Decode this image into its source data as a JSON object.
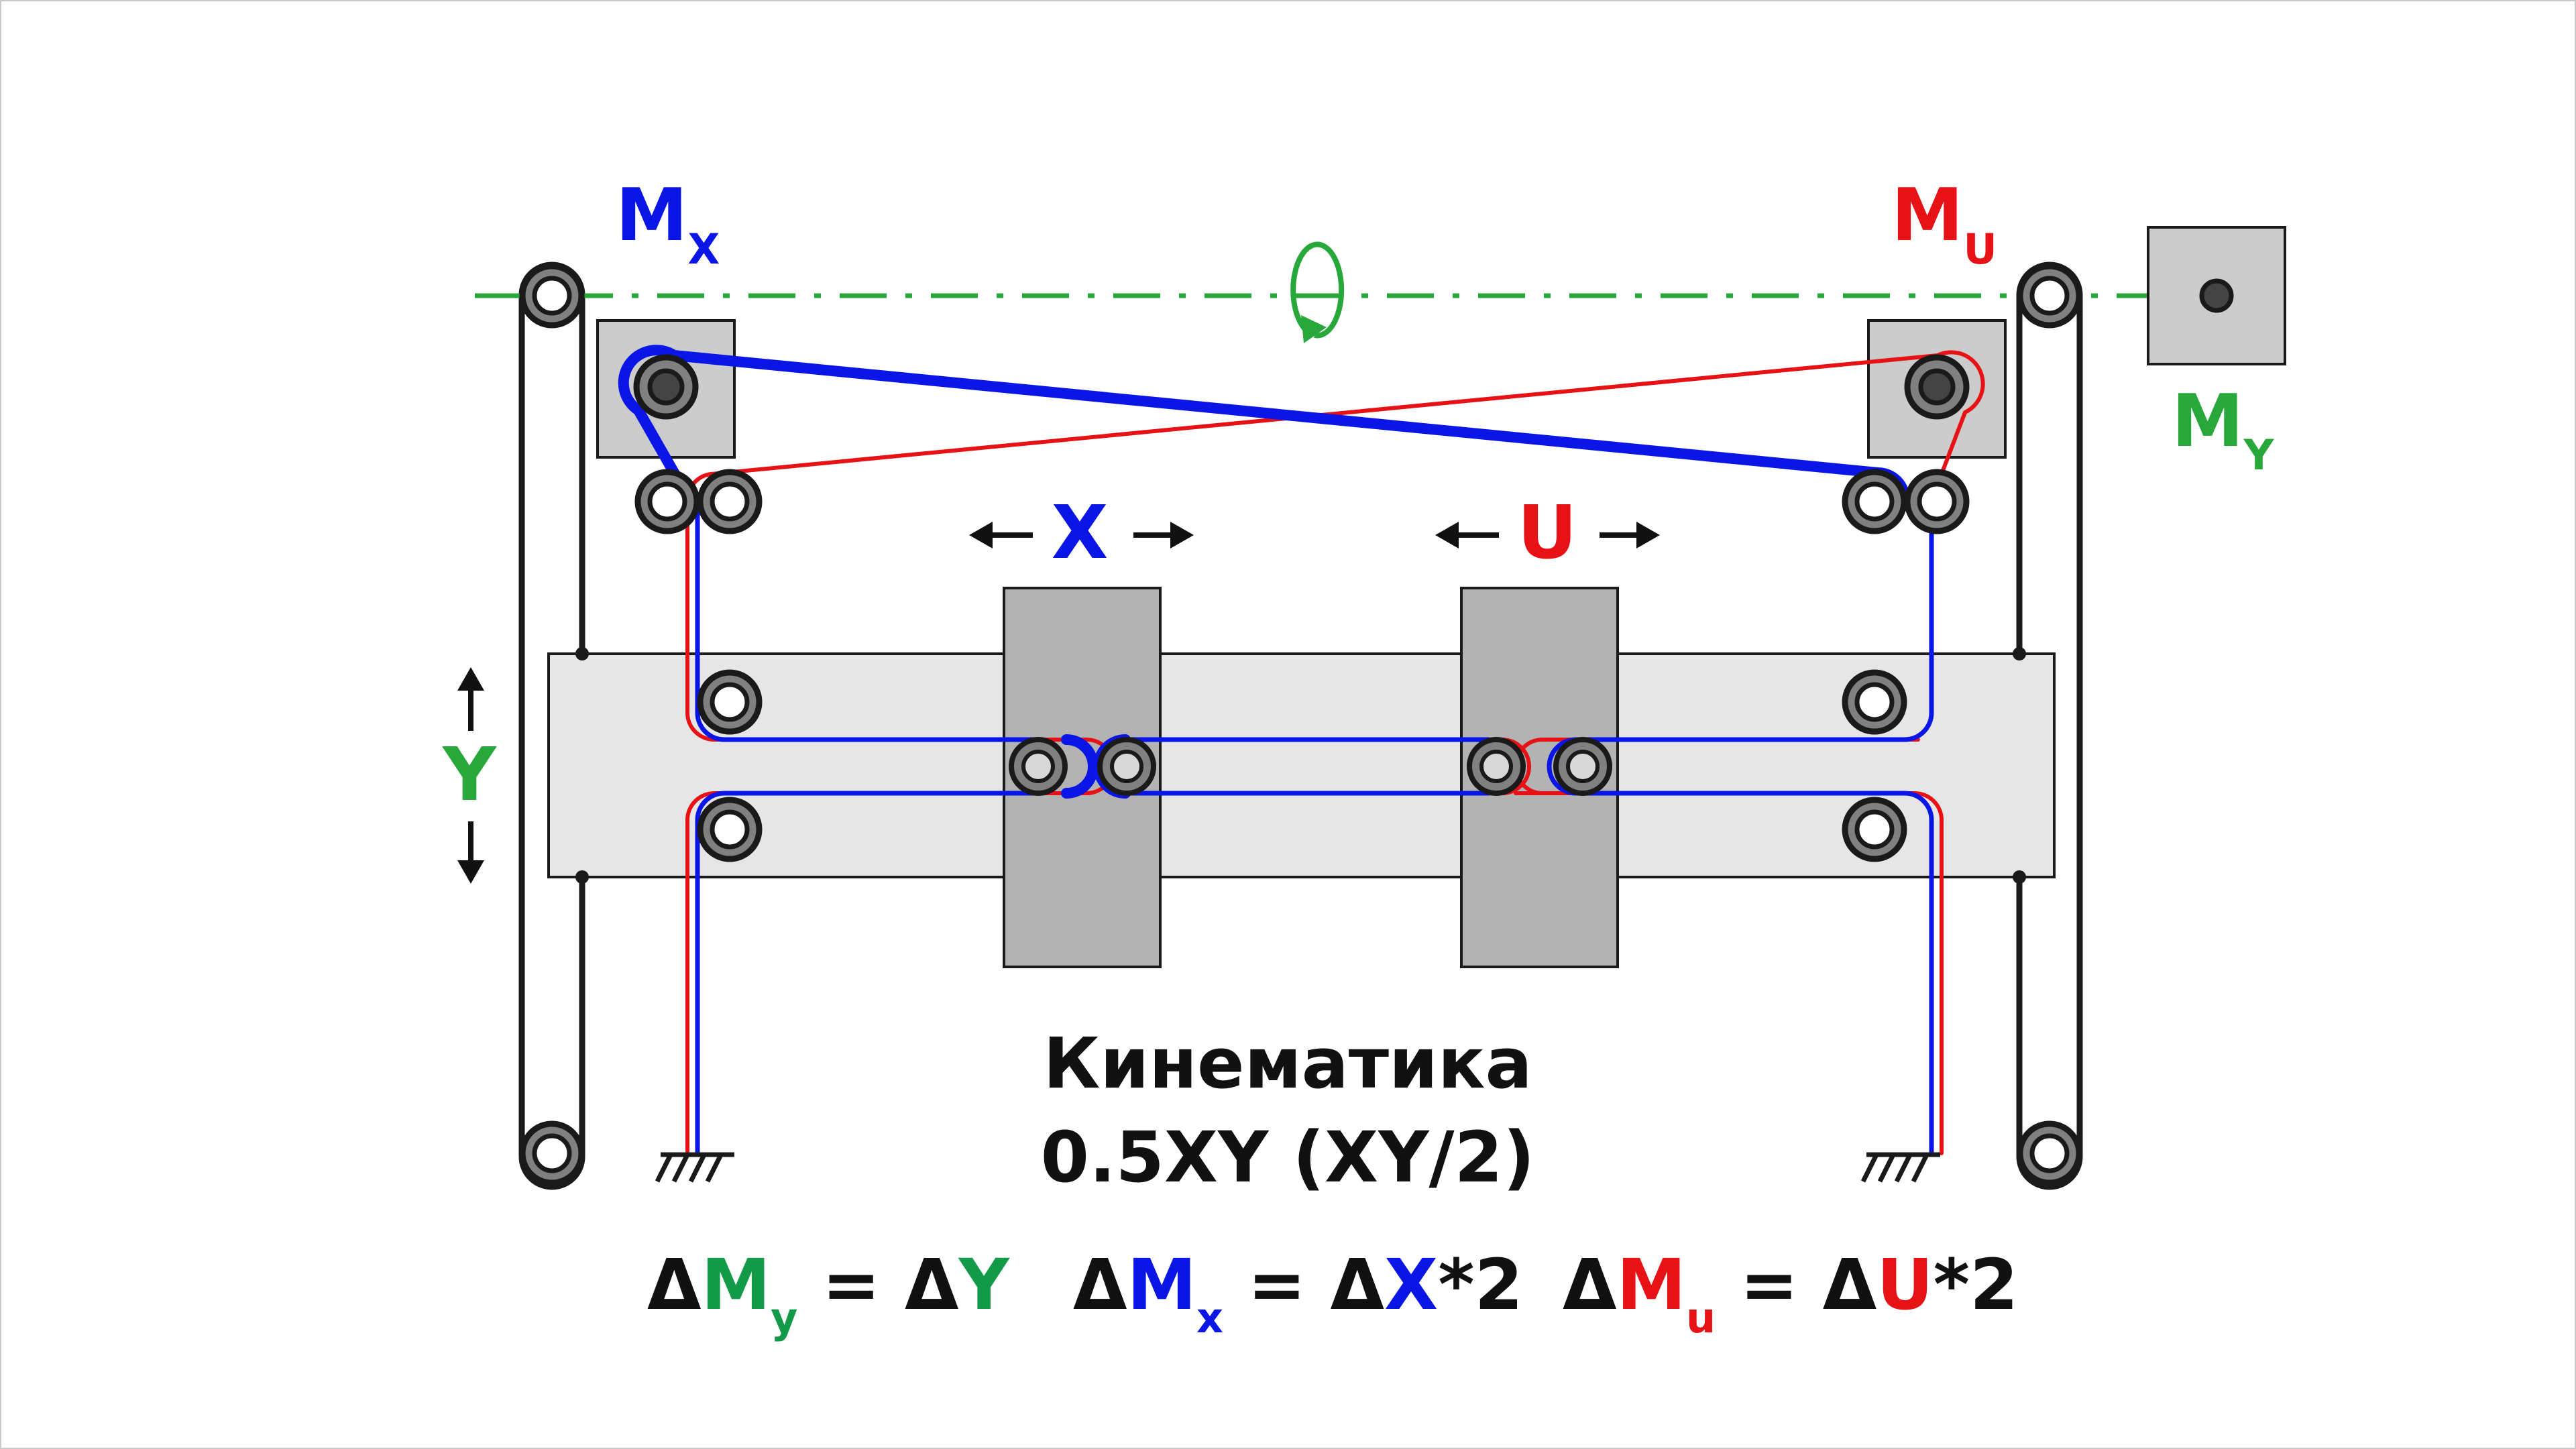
{
  "colors": {
    "x_axis": "#0a16e6",
    "u_axis": "#e61216",
    "y_axis": "#28a83a",
    "formula_green": "#129a48",
    "text": "#111111",
    "carriage": "#b3b3b3",
    "beam": "#e6e6e6",
    "motor_block": "#cccccc",
    "pulley": "#808080"
  },
  "labels": {
    "motor_x": {
      "main": "M",
      "sub": "X"
    },
    "motor_u": {
      "main": "M",
      "sub": "U"
    },
    "motor_y": {
      "main": "M",
      "sub": "Y"
    },
    "axis_x": "X",
    "axis_u": "U",
    "axis_y": "Y"
  },
  "title": {
    "line1": "Кинематика",
    "line2": "0.5XY (XY/2)"
  },
  "formulas": [
    {
      "delta1": "Δ",
      "motor": "M",
      "sub": "y",
      "eq": " = Δ",
      "axis": "Y",
      "tail": ""
    },
    {
      "delta1": "Δ",
      "motor": "M",
      "sub": "x",
      "eq": " = Δ",
      "axis": "X",
      "tail": "*2"
    },
    {
      "delta1": "Δ",
      "motor": "M",
      "sub": "u",
      "eq": " = Δ",
      "axis": "U",
      "tail": "*2"
    }
  ],
  "icons": {
    "rotation": "rotation-arrow-icon",
    "ground": "ground-symbol-icon",
    "arrow_left": "arrow-left-icon",
    "arrow_right": "arrow-right-icon",
    "arrow_up": "arrow-up-icon",
    "arrow_down": "arrow-down-icon"
  }
}
